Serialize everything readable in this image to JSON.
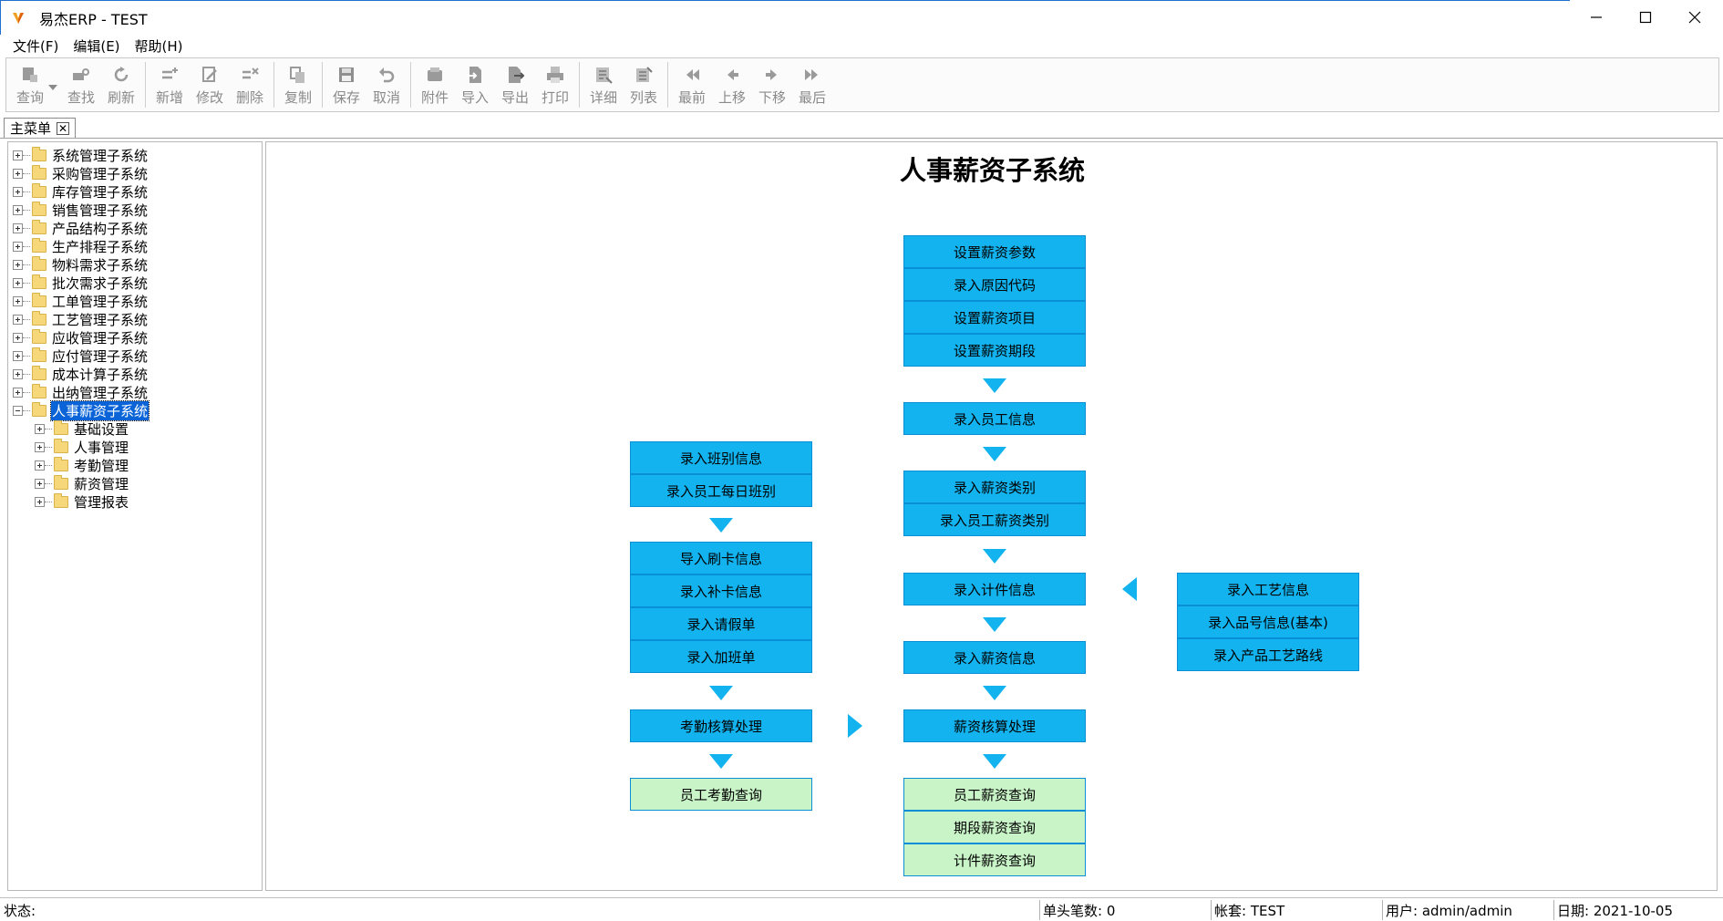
{
  "window": {
    "title": "易杰ERP - TEST",
    "controls": [
      "minimize",
      "maximize",
      "close"
    ]
  },
  "menu": [
    "文件(F)",
    "编辑(E)",
    "帮助(H)"
  ],
  "toolbar": {
    "groups": [
      [
        {
          "id": "query",
          "label": "查询",
          "icon": "query-icon"
        },
        {
          "id": "find",
          "label": "查找",
          "icon": "find-icon"
        },
        {
          "id": "refresh",
          "label": "刷新",
          "icon": "refresh-icon"
        }
      ],
      [
        {
          "id": "new",
          "label": "新增",
          "icon": "add-icon"
        },
        {
          "id": "edit",
          "label": "修改",
          "icon": "edit-icon"
        },
        {
          "id": "delete",
          "label": "删除",
          "icon": "delete-icon"
        }
      ],
      [
        {
          "id": "copy",
          "label": "复制",
          "icon": "copy-icon"
        }
      ],
      [
        {
          "id": "save",
          "label": "保存",
          "icon": "save-icon"
        },
        {
          "id": "cancel",
          "label": "取消",
          "icon": "undo-icon"
        }
      ],
      [
        {
          "id": "attach",
          "label": "附件",
          "icon": "attachment-icon"
        },
        {
          "id": "import",
          "label": "导入",
          "icon": "import-icon"
        },
        {
          "id": "export",
          "label": "导出",
          "icon": "export-icon"
        },
        {
          "id": "print",
          "label": "打印",
          "icon": "print-icon"
        }
      ],
      [
        {
          "id": "detail",
          "label": "详细",
          "icon": "detail-icon"
        },
        {
          "id": "list",
          "label": "列表",
          "icon": "list-icon"
        }
      ],
      [
        {
          "id": "first",
          "label": "最前",
          "icon": "first-icon"
        },
        {
          "id": "up",
          "label": "上移",
          "icon": "prev-icon"
        },
        {
          "id": "down",
          "label": "下移",
          "icon": "next-icon"
        },
        {
          "id": "last",
          "label": "最后",
          "icon": "last-icon"
        }
      ]
    ]
  },
  "tab": {
    "label": "主菜单",
    "close": "✕"
  },
  "tree": {
    "items": [
      {
        "label": "系统管理子系统",
        "level": 0,
        "expanded": false
      },
      {
        "label": "采购管理子系统",
        "level": 0,
        "expanded": false
      },
      {
        "label": "库存管理子系统",
        "level": 0,
        "expanded": false
      },
      {
        "label": "销售管理子系统",
        "level": 0,
        "expanded": false
      },
      {
        "label": "产品结构子系统",
        "level": 0,
        "expanded": false
      },
      {
        "label": "生产排程子系统",
        "level": 0,
        "expanded": false
      },
      {
        "label": "物料需求子系统",
        "level": 0,
        "expanded": false
      },
      {
        "label": "批次需求子系统",
        "level": 0,
        "expanded": false
      },
      {
        "label": "工单管理子系统",
        "level": 0,
        "expanded": false
      },
      {
        "label": "工艺管理子系统",
        "level": 0,
        "expanded": false
      },
      {
        "label": "应收管理子系统",
        "level": 0,
        "expanded": false
      },
      {
        "label": "应付管理子系统",
        "level": 0,
        "expanded": false
      },
      {
        "label": "成本计算子系统",
        "level": 0,
        "expanded": false
      },
      {
        "label": "出纳管理子系统",
        "level": 0,
        "expanded": false
      },
      {
        "label": "人事薪资子系统",
        "level": 0,
        "expanded": true,
        "selected": true
      },
      {
        "label": "基础设置",
        "level": 1,
        "expanded": false
      },
      {
        "label": "人事管理",
        "level": 1,
        "expanded": false
      },
      {
        "label": "考勤管理",
        "level": 1,
        "expanded": false
      },
      {
        "label": "薪资管理",
        "level": 1,
        "expanded": false
      },
      {
        "label": "管理报表",
        "level": 1,
        "expanded": false
      }
    ]
  },
  "flow": {
    "title": "人事薪资子系统",
    "center": {
      "group1": [
        "设置薪资参数",
        "录入原因代码",
        "设置薪资项目",
        "设置薪资期段"
      ],
      "group2": [
        "录入员工信息"
      ],
      "group3": [
        "录入薪资类别",
        "录入员工薪资类别"
      ],
      "group4": [
        "录入计件信息"
      ],
      "group5": [
        "录入薪资信息"
      ],
      "group6": [
        "薪资核算处理"
      ],
      "group7": [
        "员工薪资查询",
        "期段薪资查询",
        "计件薪资查询"
      ]
    },
    "left": {
      "group1": [
        "录入班别信息",
        "录入员工每日班别"
      ],
      "group2": [
        "导入刷卡信息",
        "录入补卡信息",
        "录入请假单",
        "录入加班单"
      ],
      "group3": [
        "考勤核算处理"
      ],
      "group4": [
        "员工考勤查询"
      ]
    },
    "right": {
      "group1": [
        "录入工艺信息",
        "录入品号信息(基本)",
        "录入产品工艺路线"
      ]
    },
    "colors": {
      "step": "#12b3ef",
      "query": "#c9f4c7",
      "border": "#0a8ed6"
    }
  },
  "status": {
    "label": "状态:",
    "header_count": "单头笔数: 0",
    "account": "帐套: TEST",
    "user": "用户: admin/admin",
    "date": "日期: 2021-10-05"
  }
}
